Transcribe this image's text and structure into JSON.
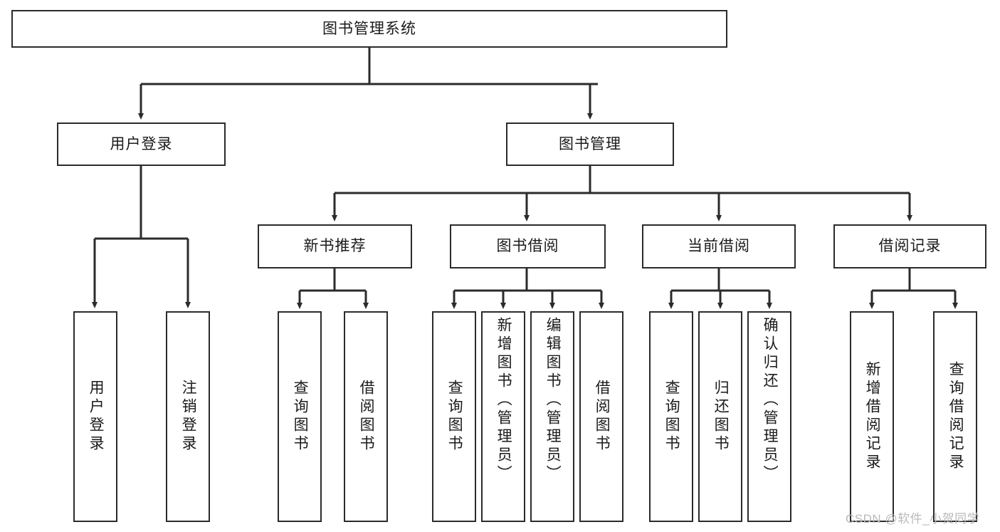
{
  "diagram": {
    "title": "图书管理系统",
    "watermark": "CSDN @软件_小贺同学",
    "type": "tree",
    "line_color": "#2b2b2b",
    "background_color": "#ffffff",
    "text_color": "#1a1a1a"
  },
  "nodes": {
    "root": {
      "label": "图书管理系统",
      "orientation": "horizontal"
    },
    "level2": [
      {
        "label": "用户登录",
        "orientation": "horizontal"
      },
      {
        "label": "图书管理",
        "orientation": "horizontal"
      }
    ],
    "level3": [
      {
        "label": "新书推荐",
        "orientation": "horizontal"
      },
      {
        "label": "图书借阅",
        "orientation": "horizontal"
      },
      {
        "label": "当前借阅",
        "orientation": "horizontal"
      },
      {
        "label": "借阅记录",
        "orientation": "horizontal"
      }
    ],
    "leaves": {
      "user_login": [
        {
          "label": "用户登录",
          "orientation": "vertical"
        },
        {
          "label": "注销登录",
          "orientation": "vertical"
        }
      ],
      "new_book_recommend": [
        {
          "label": "查询图书",
          "orientation": "vertical"
        },
        {
          "label": "借阅图书",
          "orientation": "vertical"
        }
      ],
      "book_borrow": [
        {
          "label": "查询图书",
          "orientation": "vertical"
        },
        {
          "label": "新增图书（管理员）",
          "orientation": "vertical"
        },
        {
          "label": "编辑图书（管理员）",
          "orientation": "vertical"
        },
        {
          "label": "借阅图书",
          "orientation": "vertical"
        }
      ],
      "current_borrow": [
        {
          "label": "查询图书",
          "orientation": "vertical"
        },
        {
          "label": "归还图书",
          "orientation": "vertical"
        },
        {
          "label": "确认归还（管理员）",
          "orientation": "vertical"
        }
      ],
      "borrow_record": [
        {
          "label": "新增借阅记录",
          "orientation": "vertical"
        },
        {
          "label": "查询借阅记录",
          "orientation": "vertical"
        }
      ]
    }
  }
}
